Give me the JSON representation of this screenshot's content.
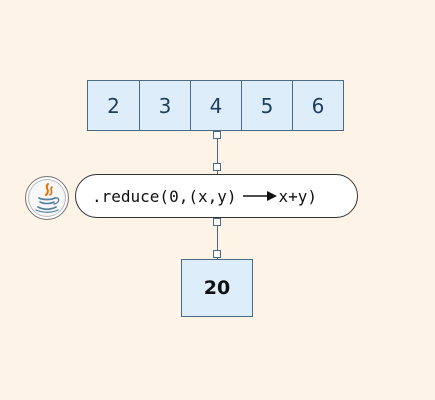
{
  "input": {
    "values": [
      "2",
      "3",
      "4",
      "5",
      "6"
    ]
  },
  "operation": {
    "prefix": ".reduce(0,(x,y)",
    "suffix": "x+y)"
  },
  "result": {
    "value": "20"
  },
  "icons": {
    "logo": "java-logo-icon",
    "arrow": "right-arrow-icon"
  },
  "colors": {
    "background": "#fdf4e7",
    "cell_fill": "#ddeefa",
    "cell_border": "#4a6a85",
    "cell_text": "#1d3e5e"
  }
}
